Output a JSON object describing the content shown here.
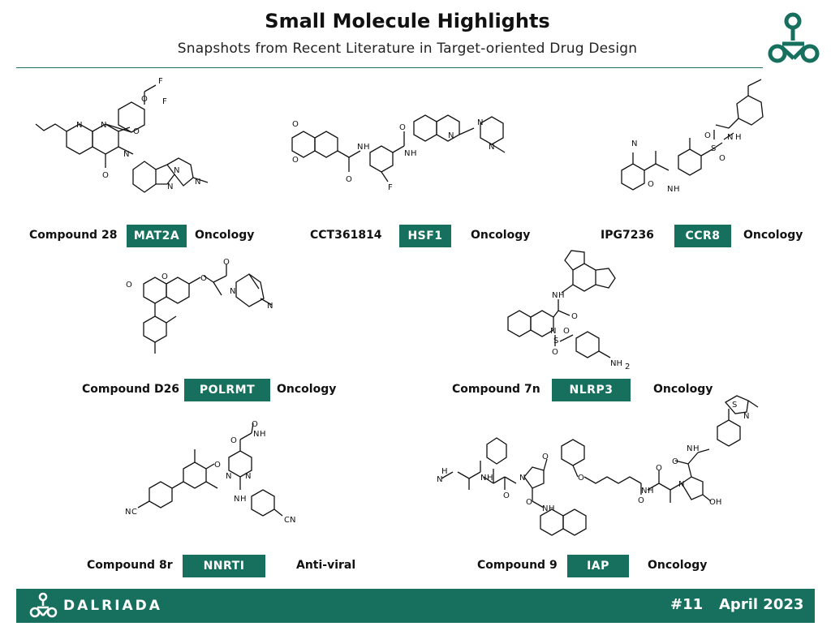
{
  "header": {
    "title": "Small Molecule Highlights",
    "subtitle": "Snapshots from Recent Literature in Target-oriented Drug Design",
    "logo_icon": "dalriada-molecule-logo-icon"
  },
  "colors": {
    "brand_green": "#17705e",
    "text": "#111111",
    "background": "#ffffff"
  },
  "compounds": [
    {
      "name": "Compound 28",
      "target": "MAT2A",
      "area": "Oncology"
    },
    {
      "name": "CCT361814",
      "target": "HSF1",
      "area": "Oncology"
    },
    {
      "name": "IPG7236",
      "target": "CCR8",
      "area": "Oncology"
    },
    {
      "name": "Compound D26",
      "target": "POLRMT",
      "area": "Oncology"
    },
    {
      "name": "Compound 7n",
      "target": "NLRP3",
      "area": "Oncology"
    },
    {
      "name": "Compound 8r",
      "target": "NNRTI",
      "area": "Anti-viral"
    },
    {
      "name": "Compound 9",
      "target": "IAP",
      "area": "Oncology"
    }
  ],
  "structure_labels": {
    "s1": [
      "O",
      "F",
      "F",
      "N",
      "N",
      "O",
      "N",
      "N",
      "O",
      "N",
      "N"
    ],
    "s2": [
      "O",
      "O",
      "N",
      "H",
      "N",
      "H",
      "N",
      "N",
      "N",
      "O",
      "O",
      "F"
    ],
    "s3": [
      "N",
      "N",
      "H",
      "S",
      "O",
      "O",
      "N",
      "H",
      "O"
    ],
    "s4": [
      "O",
      "O",
      "O",
      "O",
      "N",
      "N"
    ],
    "s5": [
      "N",
      "H",
      "O",
      "N",
      "S",
      "O",
      "O",
      "NH",
      "2"
    ],
    "s6": [
      "O",
      "N",
      "H",
      "O",
      "O",
      "N",
      "N",
      "N",
      "H",
      "N",
      "C",
      "CN"
    ],
    "s7": [
      "N",
      "H",
      "N",
      "H",
      "O",
      "N",
      "O",
      "N",
      "H",
      "O",
      "O",
      "N",
      "H",
      "O",
      "N",
      "O",
      "OH",
      "N",
      "H",
      "S",
      "N",
      "O"
    ]
  },
  "footer": {
    "brand": "DALRIADA",
    "issue": "#11",
    "date": "April 2023"
  }
}
